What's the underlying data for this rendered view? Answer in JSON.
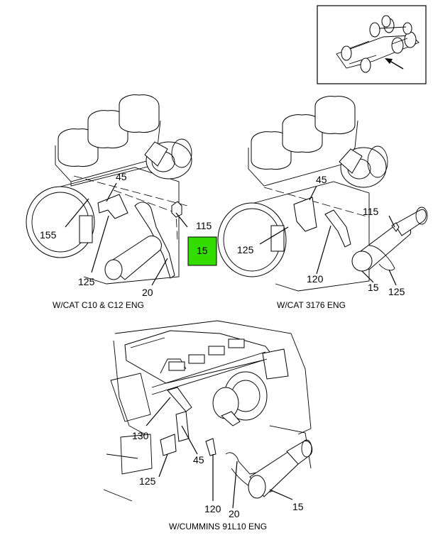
{
  "captions": {
    "cat_c10_c12": "W/CAT C10 & C12 ENG",
    "cat_3176": "W/CAT 3176 ENG",
    "cummins": "W/CUMMINS 91L10 ENG"
  },
  "callouts": {
    "c1_155": "155",
    "c1_45": "45",
    "c1_125": "125",
    "c1_20": "20",
    "c1_115": "115",
    "c1_15": "15",
    "c2_45": "45",
    "c2_115": "115",
    "c2_125a": "125",
    "c2_120": "120",
    "c2_15": "15",
    "c2_125b": "125",
    "c3_130": "130",
    "c3_45": "45",
    "c3_125": "125",
    "c3_120": "120",
    "c3_20": "20",
    "c3_15": "15"
  },
  "highlight": {
    "label": "15",
    "color": "#33dd00"
  }
}
